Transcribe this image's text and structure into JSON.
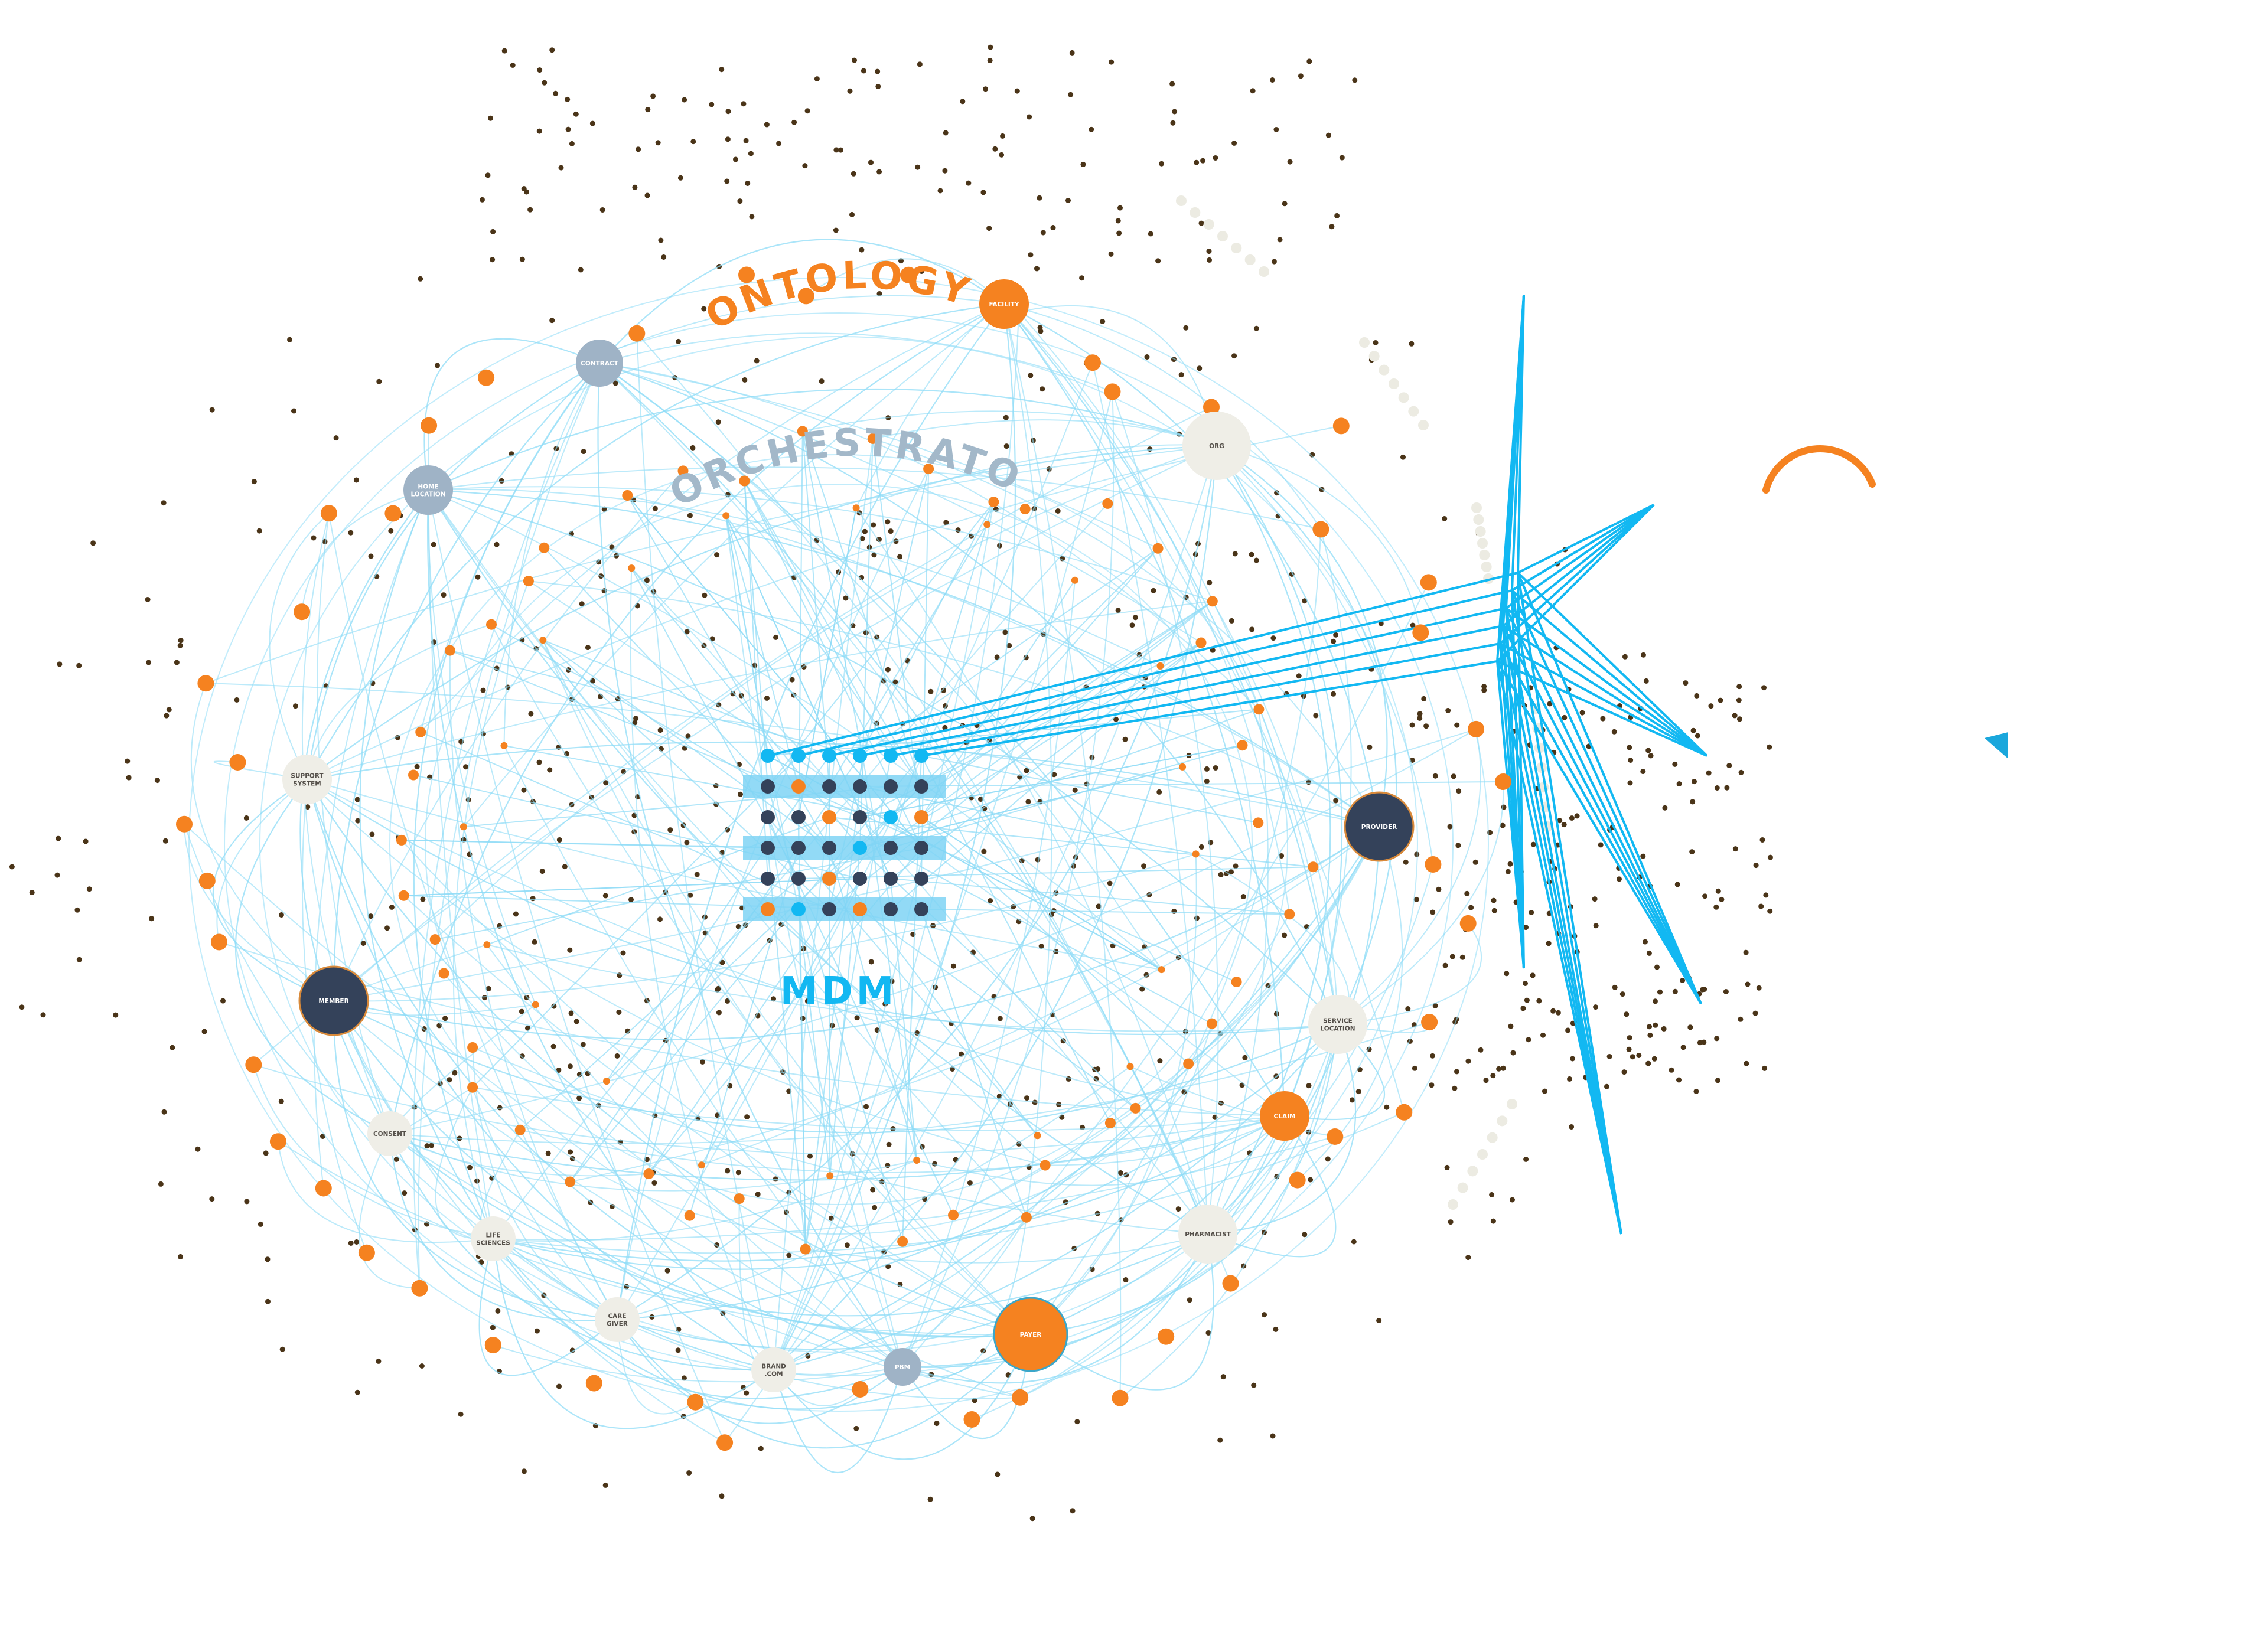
{
  "titles": {
    "ontology": "ONTOLOGY",
    "orchestrator": "ORCHESTRATOR",
    "mdm": "MDM"
  },
  "colors": {
    "orange": "#f58220",
    "navy": "#34425a",
    "slate": "#9fb3c6",
    "cream": "#efeee7",
    "cyan": "#12b8f2",
    "line": "#8fdcf7",
    "dot": "#4a3418"
  },
  "nodes": [
    {
      "id": "facility",
      "lines": [
        "FACILITY"
      ],
      "color": "orange"
    },
    {
      "id": "contract",
      "lines": [
        "CONTRACT"
      ],
      "color": "slate"
    },
    {
      "id": "home-location",
      "lines": [
        "HOME",
        "LOCATION"
      ],
      "color": "slate"
    },
    {
      "id": "org",
      "lines": [
        "ORG"
      ],
      "color": "cream"
    },
    {
      "id": "support-system",
      "lines": [
        "SUPPORT",
        "SYSTEM"
      ],
      "color": "cream"
    },
    {
      "id": "provider",
      "lines": [
        "PROVIDER"
      ],
      "color": "navy"
    },
    {
      "id": "member",
      "lines": [
        "MEMBER"
      ],
      "color": "navy"
    },
    {
      "id": "service-location",
      "lines": [
        "SERVICE",
        "LOCATION"
      ],
      "color": "cream"
    },
    {
      "id": "claim",
      "lines": [
        "CLAIM"
      ],
      "color": "orange"
    },
    {
      "id": "consent",
      "lines": [
        "CONSENT"
      ],
      "color": "cream"
    },
    {
      "id": "pharmacist",
      "lines": [
        "PHARMACIST"
      ],
      "color": "cream"
    },
    {
      "id": "life-sciences",
      "lines": [
        "LIFE",
        "SCIENCES"
      ],
      "color": "cream"
    },
    {
      "id": "care-giver",
      "lines": [
        "CARE",
        "GIVER"
      ],
      "color": "cream"
    },
    {
      "id": "brand-com",
      "lines": [
        "BRAND",
        ".COM"
      ],
      "color": "cream"
    },
    {
      "id": "pbm",
      "lines": [
        "PBM"
      ],
      "color": "slate"
    },
    {
      "id": "payer",
      "lines": [
        "PAYER"
      ],
      "color": "orange"
    }
  ],
  "mdm_grid": [
    [
      "cyan",
      "cyan",
      "cyan",
      "cyan",
      "cyan",
      "cyan"
    ],
    [
      "navy",
      "orange",
      "navy",
      "navy",
      "navy",
      "navy"
    ],
    [
      "navy",
      "navy",
      "orange",
      "navy",
      "cyan",
      "orange"
    ],
    [
      "navy",
      "navy",
      "navy",
      "cyan",
      "navy",
      "navy"
    ],
    [
      "navy",
      "navy",
      "orange",
      "navy",
      "navy",
      "navy"
    ],
    [
      "orange",
      "cyan",
      "navy",
      "orange",
      "navy",
      "navy"
    ]
  ]
}
